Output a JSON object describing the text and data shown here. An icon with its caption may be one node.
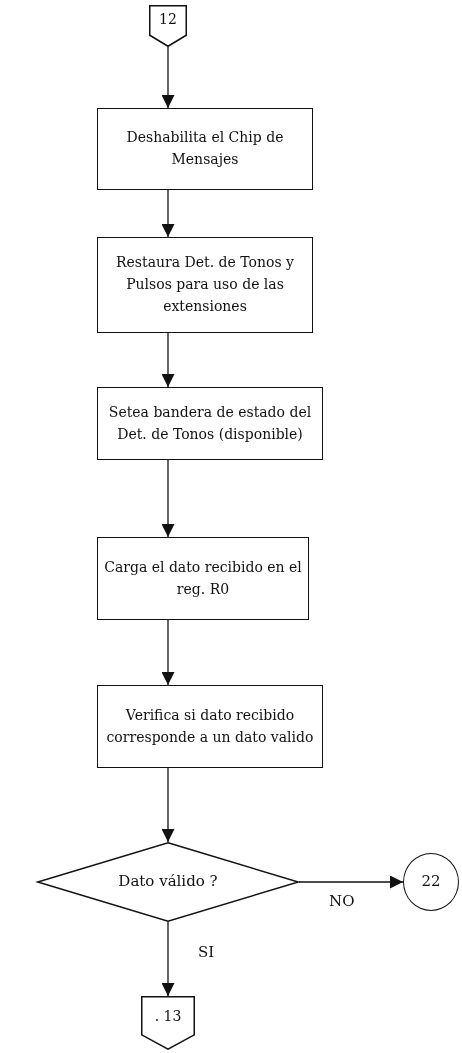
{
  "diagram": {
    "nodes": [
      {
        "text": [
          "12"
        ]
      },
      {
        "text": [
          "Deshabilita el Chip de Mensajes"
        ]
      },
      {
        "text": [
          "Restaura Det. de Tonos y Pulsos para uso de las extensiones"
        ]
      },
      {
        "text": [
          "Setea bandera de estado del Det. de Tonos (disponible)"
        ]
      },
      {
        "text": [
          "Carga el dato recibido en el reg. R0"
        ]
      },
      {
        "text": [
          "Verifica si dato recibido corresponde a un dato valido"
        ]
      },
      {
        "text": [
          "Dato válido ?"
        ]
      },
      {
        "text": [
          "22"
        ]
      },
      {
        "text": [
          ". 13"
        ]
      }
    ],
    "edges": [
      {
        "from": 0,
        "to": 1,
        "arrow": "to"
      },
      {
        "from": 1,
        "to": 2,
        "arrow": "to"
      },
      {
        "from": 2,
        "to": 3,
        "arrow": "to"
      },
      {
        "from": 3,
        "to": 4,
        "arrow": "to"
      },
      {
        "from": 4,
        "to": 5,
        "arrow": "to"
      },
      {
        "from": 5,
        "to": 6,
        "arrow": "to"
      },
      {
        "from": 6,
        "to": 7,
        "arrow": "to",
        "label": "NO"
      },
      {
        "from": 6,
        "to": 8,
        "arrow": "to",
        "label": "SI"
      }
    ]
  }
}
